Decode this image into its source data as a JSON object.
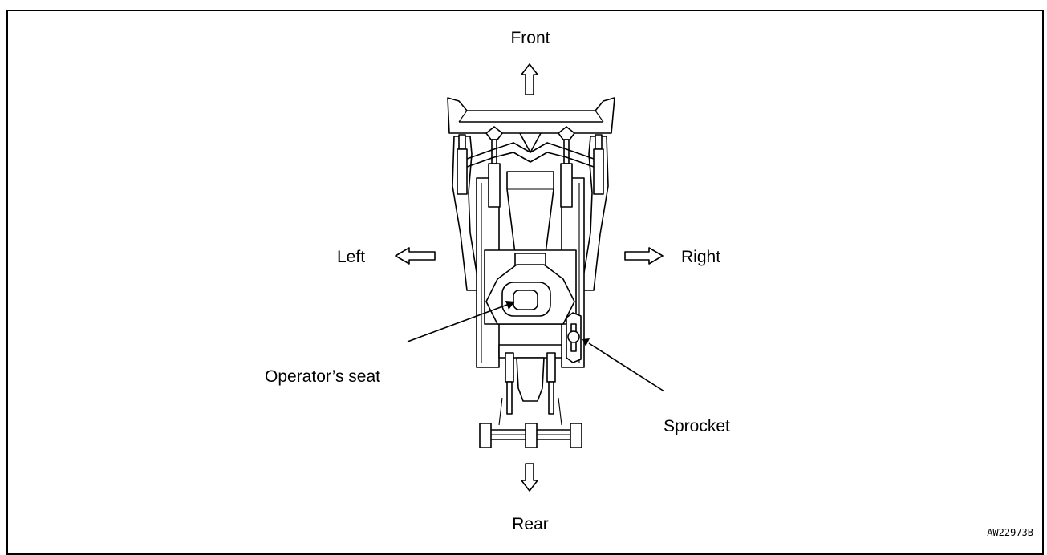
{
  "diagram": {
    "labels": {
      "front": "Front",
      "rear": "Rear",
      "left": "Left",
      "right": "Right",
      "operator_seat": "Operator’s seat",
      "sprocket": "Sprocket"
    },
    "figure_code": "AW22973B"
  }
}
